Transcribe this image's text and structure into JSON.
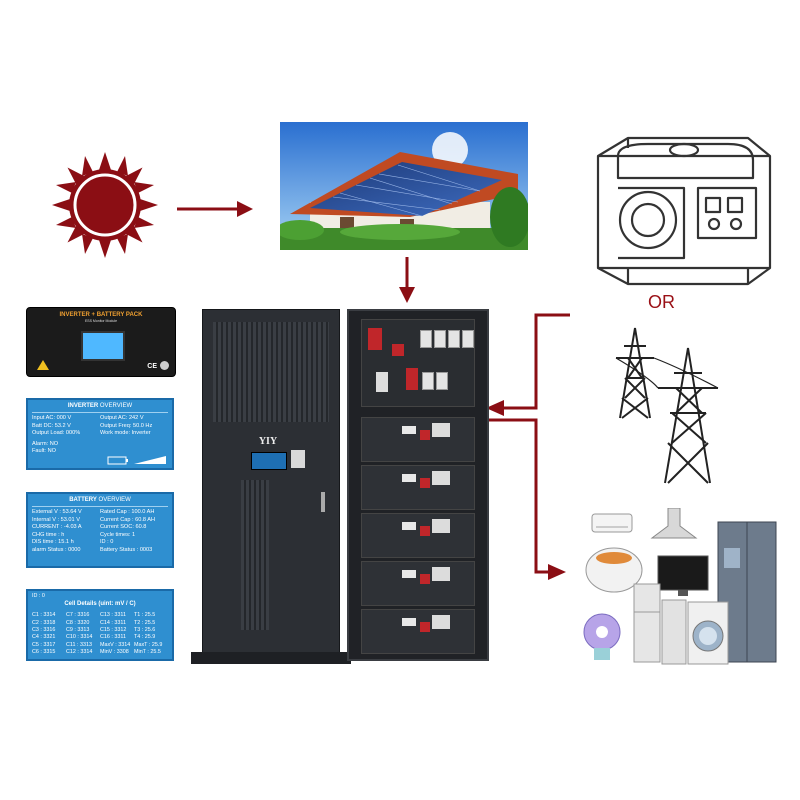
{
  "monitor": {
    "title": "INVERTER + BATTERY PACK",
    "subtitle": "ESS Monitor Module"
  },
  "inverter_overview": {
    "title_bold": "INVERTER",
    "title_rest": "OVERVIEW",
    "rows": [
      [
        "Input AC:",
        "000",
        "V",
        "Output AC:",
        "242",
        "V"
      ],
      [
        "Batt  DC:",
        "53.2",
        "V",
        "Output Freq:",
        "50.0",
        "Hz"
      ],
      [
        "Output  Load:",
        "000%",
        "",
        "Work mode:",
        "Inverter",
        ""
      ]
    ],
    "alarm_label": "Alarm:",
    "alarm_value": "NO",
    "fault_label": "Fault:",
    "fault_value": "NO"
  },
  "battery_overview": {
    "title_bold": "BATTERY",
    "title_rest": "OVERVIEW",
    "rows": [
      [
        "External V :",
        "53.64",
        "V",
        "Rated Cap :",
        "100.0",
        "AH"
      ],
      [
        "Internal V :",
        "53.01",
        "V",
        "Current Cap :",
        "60.8",
        "AH"
      ],
      [
        "CURRENT :",
        "-4.03",
        "A",
        "Current SOC:",
        "60.8",
        ""
      ],
      [
        "CHG  time :",
        "",
        "h",
        "Cycle  times:",
        "1",
        ""
      ],
      [
        "DIS  time :",
        "15.1",
        "h",
        "ID : 0",
        "",
        ""
      ],
      [
        "alarm Status :",
        "0000",
        "",
        "Battery Status :",
        "0003",
        ""
      ]
    ]
  },
  "cell_details": {
    "id_line": "ID : 0",
    "title": "Cell Details (uint: mV / C)",
    "rows": [
      [
        "C1 : 3314",
        "C7 : 3316",
        "C13 : 3311",
        "T1 : 25.5"
      ],
      [
        "C2 : 3318",
        "C8 : 3320",
        "C14 : 3311",
        "T2 : 25.5"
      ],
      [
        "C3 : 3316",
        "C9 : 3313",
        "C15 : 3312",
        "T3 : 25.6"
      ],
      [
        "C4 : 3321",
        "C10 : 3314",
        "C16 : 3311",
        "T4 : 25.9"
      ],
      [
        "C5 : 3317",
        "C11 : 3313",
        "MaxV : 3314",
        "MaxT : 25.9"
      ],
      [
        "C6 : 3315",
        "C12 : 3314",
        "MinV : 3308",
        "MinT : 25.5"
      ]
    ]
  },
  "cabinet": {
    "brand": "YIY"
  },
  "or_label": "OR",
  "colors": {
    "accent": "#8b0e14",
    "lcd_blue": "#2f8fd0",
    "cabinet": "#2c2f34"
  }
}
